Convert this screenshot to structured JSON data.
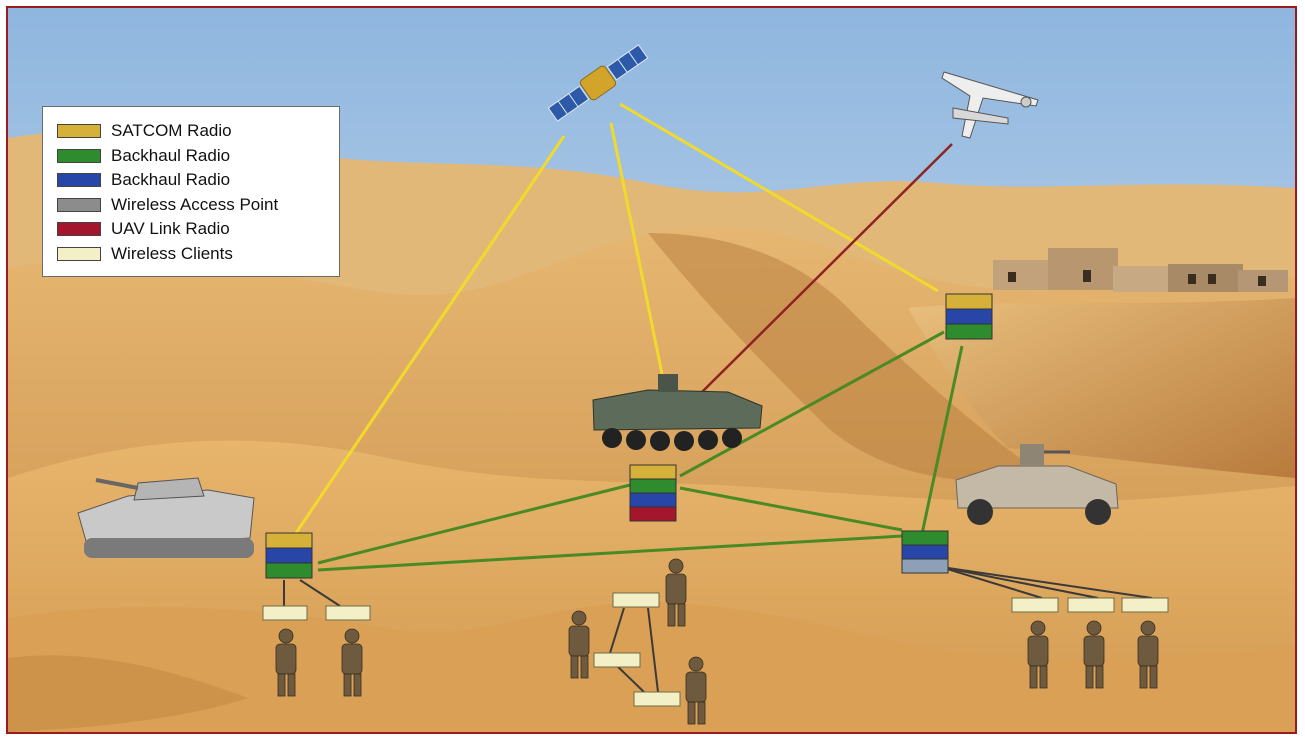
{
  "legend": {
    "items": [
      {
        "label": "SATCOM Radio",
        "color": "#d6b13a"
      },
      {
        "label": "Backhaul Radio",
        "color": "#2e8b2e"
      },
      {
        "label": "Backhaul Radio",
        "color": "#2746a8"
      },
      {
        "label": "Wireless Access Point",
        "color": "#8c8c8c"
      },
      {
        "label": "UAV Link Radio",
        "color": "#a3162b"
      },
      {
        "label": "Wireless Clients",
        "color": "#f3f0c8"
      }
    ]
  },
  "colors": {
    "satcom_link": "#f1da2c",
    "backhaul_link": "#4a8a24",
    "uav_link": "#8e2323",
    "client_link": "#3a3a3a",
    "sky_top": "#8fb6df",
    "sand": "#d6a05a",
    "frame": "#9b1b1b"
  },
  "icons": [
    "satellite-icon",
    "uav-drone-icon",
    "armored-vehicle-icon",
    "ifv-tank-icon",
    "humvee-icon",
    "village-buildings-icon",
    "soldier-icon"
  ]
}
